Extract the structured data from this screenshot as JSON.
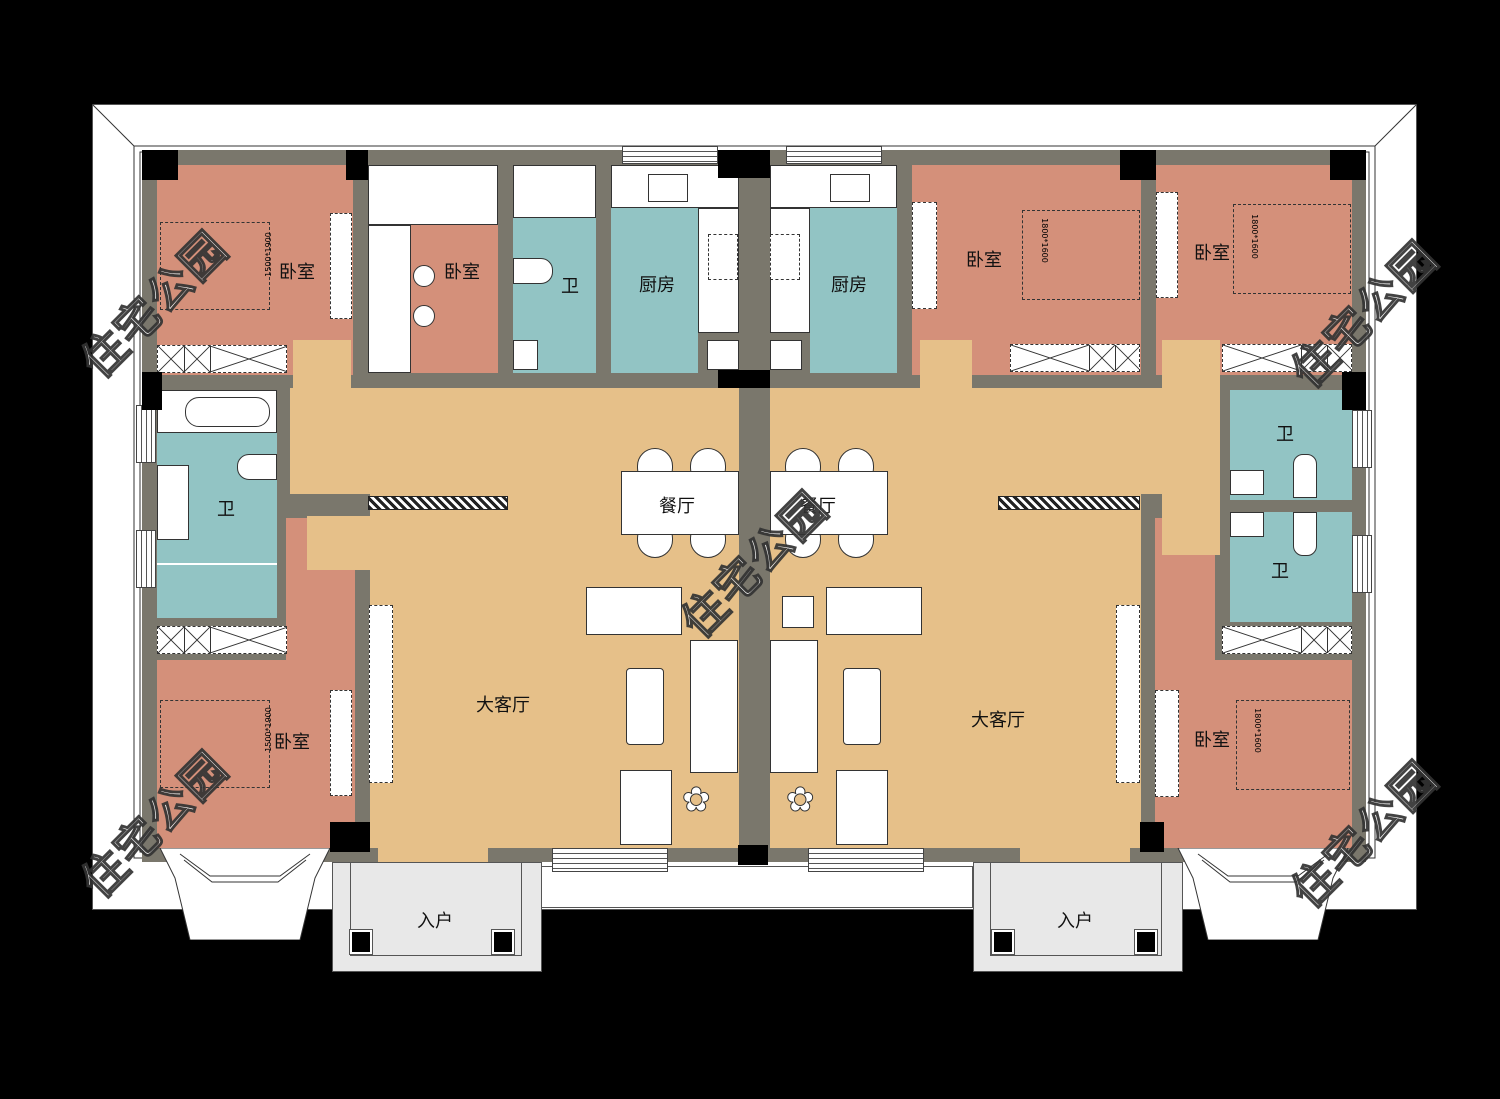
{
  "plan": {
    "type": "duplex floor plan",
    "watermark": "住宅公园",
    "rooms": {
      "bedroom": "卧室",
      "bathroom": "卫",
      "kitchen": "厨房",
      "dining": "餐厅",
      "living": "大客厅",
      "entry": "入户"
    },
    "bed_sizes": {
      "left": "1500*1900",
      "right": "1800*1600"
    },
    "colors": {
      "background": "#000000",
      "wall": "#7a776c",
      "column": "#000000",
      "bedroom": "#d4907a",
      "wet_room": "#92c4c4",
      "living": "#e6c089",
      "porch": "#e8e8e8",
      "eave": "#ffffff"
    }
  }
}
